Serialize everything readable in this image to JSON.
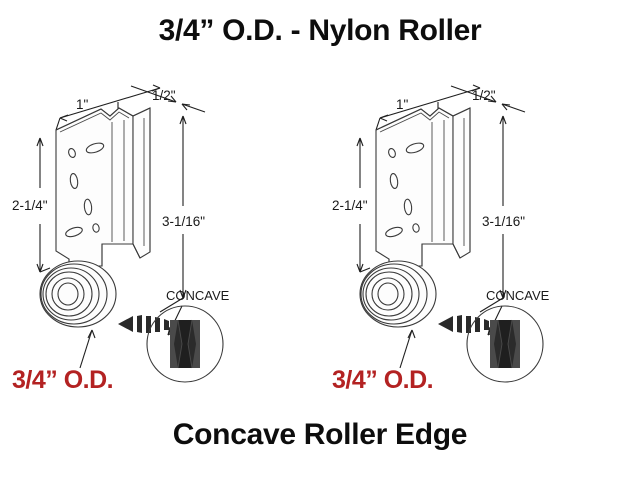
{
  "page": {
    "title": "3/4” O.D. - Nylon Roller",
    "caption": "Concave Roller Edge",
    "background_color": "#ffffff",
    "title_color": "#0d0d0d",
    "accent_red": "#b32222",
    "line_color": "#3a3a3a"
  },
  "diagrams": [
    {
      "id": "left",
      "dimensions": {
        "top_width": "1\"",
        "flange_depth": "1/2\"",
        "plate_height": "2-1/4\"",
        "overall_height": "3-1/16\""
      },
      "roller_label": "3/4” O.D.",
      "detail_label": "CONCAVE"
    },
    {
      "id": "right",
      "dimensions": {
        "top_width": "1\"",
        "flange_depth": "1/2\"",
        "plate_height": "2-1/4\"",
        "overall_height": "3-1/16\""
      },
      "roller_label": "3/4” O.D.",
      "detail_label": "CONCAVE"
    }
  ]
}
